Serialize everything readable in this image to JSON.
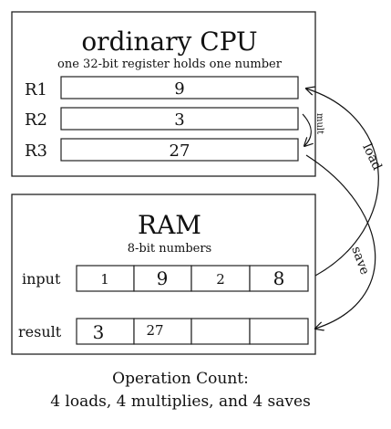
{
  "cpu": {
    "title": "ordinary CPU",
    "subtitle": "one 32-bit register holds one number",
    "registers": [
      {
        "label": "R1",
        "value": "9"
      },
      {
        "label": "R2",
        "value": "3"
      },
      {
        "label": "R3",
        "value": "27"
      }
    ]
  },
  "ram": {
    "title": "RAM",
    "subtitle": "8-bit numbers",
    "input": {
      "label": "input",
      "cells": [
        "1",
        "9",
        "2",
        "8"
      ]
    },
    "result": {
      "label": "result",
      "cells": [
        "3",
        "27",
        "",
        ""
      ]
    }
  },
  "arrows": {
    "load": "load",
    "mult": "mult",
    "save": "save"
  },
  "footer": {
    "title": "Operation Count:",
    "summary": "4 loads, 4 multiplies, and 4 saves"
  }
}
